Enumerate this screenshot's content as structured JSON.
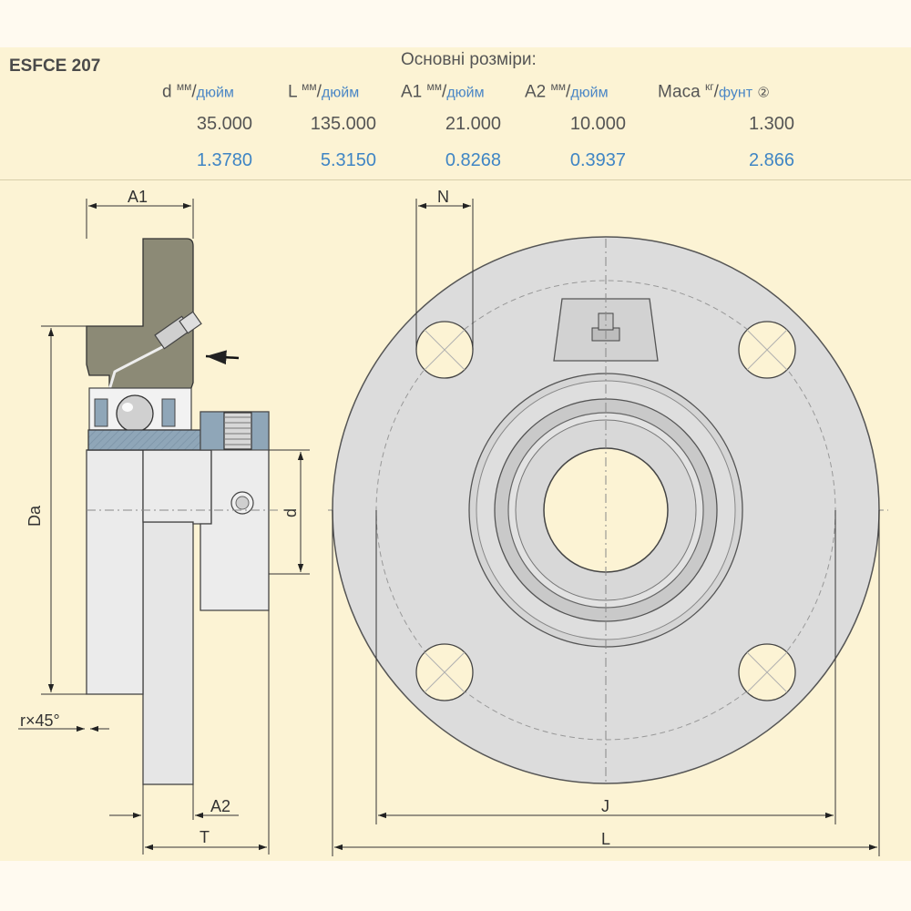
{
  "title": "ESFCE 207",
  "heading": "Основні розміри:",
  "columns": [
    {
      "symbol": "d",
      "unit_mm": "мм",
      "unit_in": "дюйм",
      "mm": "35.000",
      "inch": "1.3780"
    },
    {
      "symbol": "L",
      "unit_mm": "мм",
      "unit_in": "дюйм",
      "mm": "135.000",
      "inch": "5.3150"
    },
    {
      "symbol": "A1",
      "unit_mm": "мм",
      "unit_in": "дюйм",
      "mm": "21.000",
      "inch": "0.8268"
    },
    {
      "symbol": "A2",
      "unit_mm": "мм",
      "unit_in": "дюйм",
      "mm": "10.000",
      "inch": "0.3937"
    },
    {
      "symbol": "Маса",
      "unit_mm": "кг",
      "unit_in": "фунт",
      "mm": "1.300",
      "inch": "2.866",
      "note": "②"
    }
  ],
  "drawing_labels": {
    "A1": "A1",
    "A2": "A2",
    "T": "T",
    "Da": "Da",
    "d": "d",
    "r": "r×45°",
    "N": "N",
    "J": "J",
    "L": "L"
  },
  "colors": {
    "housing_section": "#8c8a76",
    "inner_ring": "#8fa6b8",
    "steel": "#e9e9e9",
    "face": "#dcdcdc",
    "bore": "#fcf3d4",
    "accent_blue": "#3f85c4"
  }
}
